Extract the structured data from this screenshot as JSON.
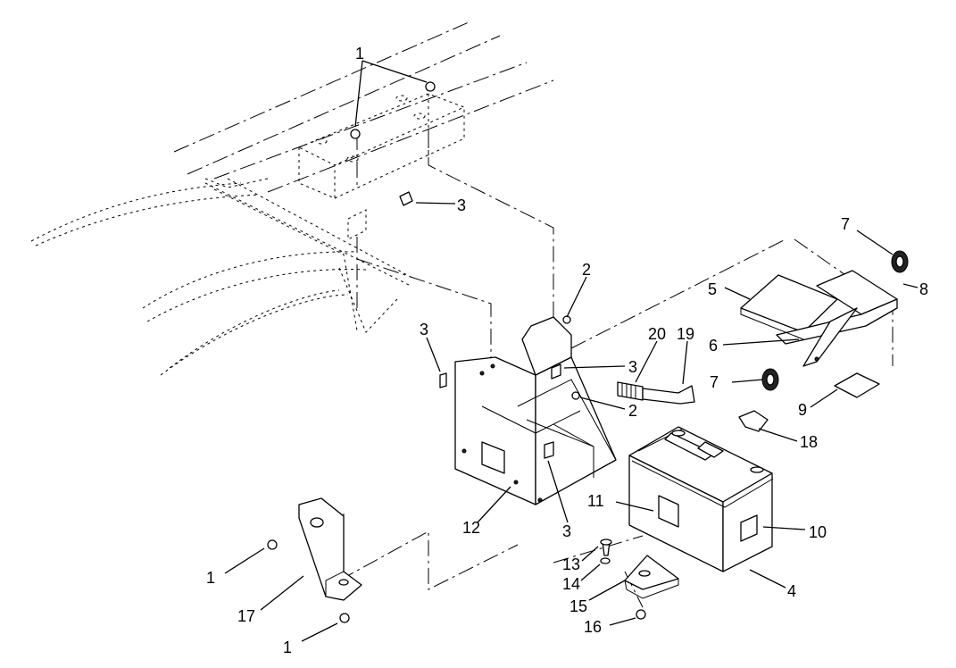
{
  "callouts": {
    "c1_top": "1",
    "c3_top": "3",
    "c2_top": "2",
    "c3_left": "3",
    "c3_mid": "3",
    "c20": "20",
    "c19": "19",
    "c2_mid": "2",
    "c7_top": "7",
    "c5": "5",
    "c8": "8",
    "c6": "6",
    "c7_mid": "7",
    "c9": "9",
    "c18": "18",
    "c11": "11",
    "c10": "10",
    "c12": "12",
    "c3_bot": "3",
    "c13": "13",
    "c14": "14",
    "c15": "15",
    "c4": "4",
    "c16": "16",
    "c1_left": "1",
    "c17": "17",
    "c1_bot": "1"
  }
}
